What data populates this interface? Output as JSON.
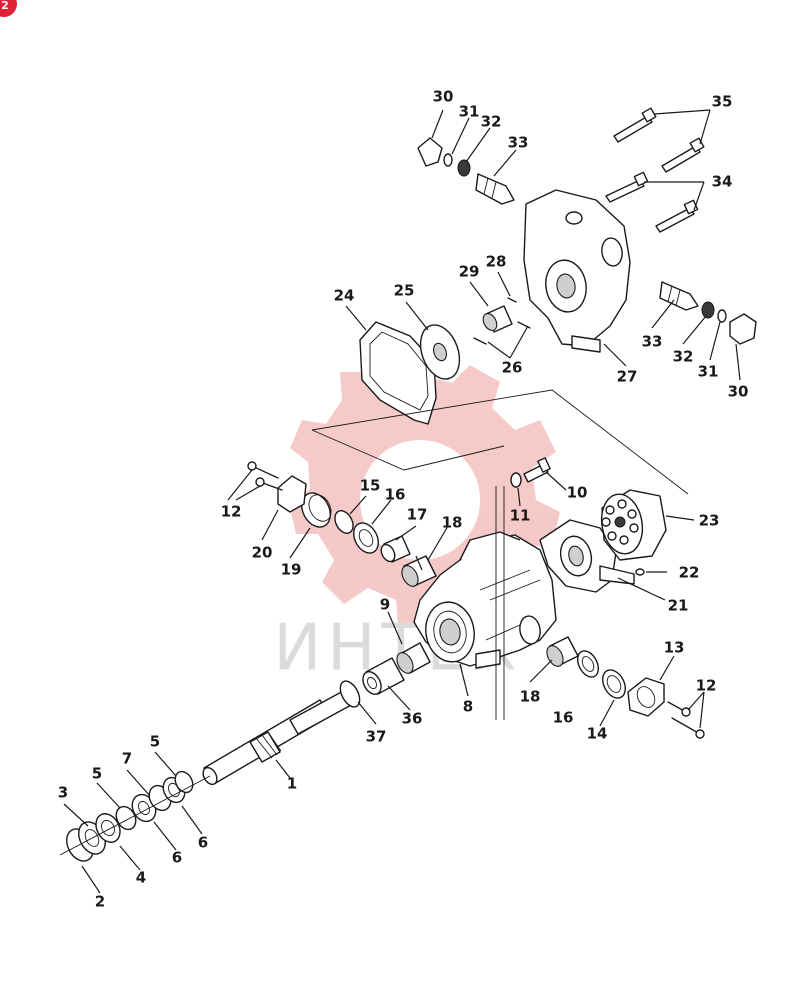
{
  "watermark": {
    "text": "ИНТЕХ",
    "color": "#f4b8b8"
  },
  "corner_badge": {
    "text": "2",
    "color": "#e0213a"
  },
  "callouts": [
    {
      "id": "c1",
      "text": "1"
    },
    {
      "id": "c2",
      "text": "2"
    },
    {
      "id": "c3",
      "text": "3"
    },
    {
      "id": "c4",
      "text": "4"
    },
    {
      "id": "c5a",
      "text": "5"
    },
    {
      "id": "c5b",
      "text": "5"
    },
    {
      "id": "c6a",
      "text": "6"
    },
    {
      "id": "c6b",
      "text": "6"
    },
    {
      "id": "c7",
      "text": "7"
    },
    {
      "id": "c8",
      "text": "8"
    },
    {
      "id": "c9",
      "text": "9"
    },
    {
      "id": "c10",
      "text": "10"
    },
    {
      "id": "c11",
      "text": "11"
    },
    {
      "id": "c12a",
      "text": "12"
    },
    {
      "id": "c12b",
      "text": "12"
    },
    {
      "id": "c13",
      "text": "13"
    },
    {
      "id": "c14",
      "text": "14"
    },
    {
      "id": "c15",
      "text": "15"
    },
    {
      "id": "c16a",
      "text": "16"
    },
    {
      "id": "c16b",
      "text": "16"
    },
    {
      "id": "c17",
      "text": "17"
    },
    {
      "id": "c18a",
      "text": "18"
    },
    {
      "id": "c18b",
      "text": "18"
    },
    {
      "id": "c19",
      "text": "19"
    },
    {
      "id": "c20",
      "text": "20"
    },
    {
      "id": "c21",
      "text": "21"
    },
    {
      "id": "c22",
      "text": "22"
    },
    {
      "id": "c23",
      "text": "23"
    },
    {
      "id": "c24",
      "text": "24"
    },
    {
      "id": "c25",
      "text": "25"
    },
    {
      "id": "c26",
      "text": "26"
    },
    {
      "id": "c27",
      "text": "27"
    },
    {
      "id": "c28",
      "text": "28"
    },
    {
      "id": "c29",
      "text": "29"
    },
    {
      "id": "c30a",
      "text": "30"
    },
    {
      "id": "c30b",
      "text": "30"
    },
    {
      "id": "c31a",
      "text": "31"
    },
    {
      "id": "c31b",
      "text": "31"
    },
    {
      "id": "c32a",
      "text": "32"
    },
    {
      "id": "c32b",
      "text": "32"
    },
    {
      "id": "c33a",
      "text": "33"
    },
    {
      "id": "c33b",
      "text": "33"
    },
    {
      "id": "c34",
      "text": "34"
    },
    {
      "id": "c35",
      "text": "35"
    },
    {
      "id": "c36",
      "text": "36"
    },
    {
      "id": "c37",
      "text": "37"
    }
  ]
}
